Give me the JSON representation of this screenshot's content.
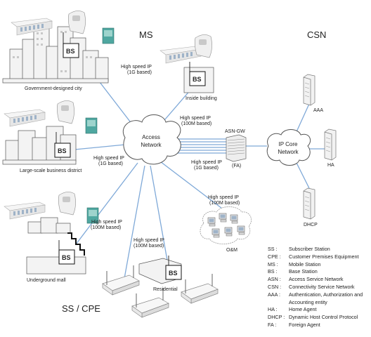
{
  "headings": {
    "ms": "MS",
    "csn": "CSN",
    "ss_cpe": "SS / CPE"
  },
  "clouds": {
    "access": [
      "Access",
      "Network"
    ],
    "ip_core": [
      "IP Core",
      "Network"
    ]
  },
  "nodes": {
    "bs": "BS",
    "asn_gw": "ASN-GW",
    "fa": "(FA)",
    "aaa": "AAA",
    "ha": "HA",
    "dhcp": "DHCP",
    "om": "O&M"
  },
  "sites": {
    "gov_city": "Government-designed city",
    "inside_building": "Inside building",
    "business_district": "Large-scale business district",
    "underground_mall": "Underground mall",
    "residential": "Residential"
  },
  "link_labels": {
    "gov": [
      "High speed IP",
      "(1G based)"
    ],
    "inside": [
      "High speed IP",
      "(100M based)"
    ],
    "business": [
      "High speed IP",
      "(1G based)"
    ],
    "asn_core": [
      "High speed IP",
      "(1G based)"
    ],
    "om": [
      "High speed IP",
      "(100M based)"
    ],
    "mall": [
      "High speed IP",
      "(100M based)"
    ],
    "residential": [
      "High speed IP",
      "(100M based)"
    ]
  },
  "legend": [
    {
      "abbr": "SS :",
      "desc": [
        "Subscriber Station"
      ]
    },
    {
      "abbr": "CPE :",
      "desc": [
        "Customer Premises Equipment"
      ]
    },
    {
      "abbr": "MS :",
      "desc": [
        "Mobile Station"
      ]
    },
    {
      "abbr": "BS :",
      "desc": [
        "Base Station"
      ]
    },
    {
      "abbr": "ASN :",
      "desc": [
        "Access Service Network"
      ]
    },
    {
      "abbr": "CSN :",
      "desc": [
        "Connectivity Service Network"
      ]
    },
    {
      "abbr": "AAA :",
      "desc": [
        "Authentication, Authorization and",
        "Accounting entity"
      ]
    },
    {
      "abbr": "HA :",
      "desc": [
        "Home Agent"
      ]
    },
    {
      "abbr": "DHCP :",
      "desc": [
        "Dynamic Host Control Protocol"
      ]
    },
    {
      "abbr": "FA :",
      "desc": [
        "Foreign Agent"
      ]
    }
  ],
  "colors": {
    "link": "#7fa9d8",
    "cloud_stroke": "#555555",
    "building": "#f3f3f3",
    "phone": "#e8e8e8",
    "card": "#4fa7a0"
  },
  "icons": [
    "cloud-icon",
    "building-icon",
    "base-station-icon",
    "antenna-icon",
    "phone-icon",
    "data-card-icon",
    "server-rack-icon",
    "router-icon",
    "switch-chassis-icon",
    "computer-icon"
  ]
}
